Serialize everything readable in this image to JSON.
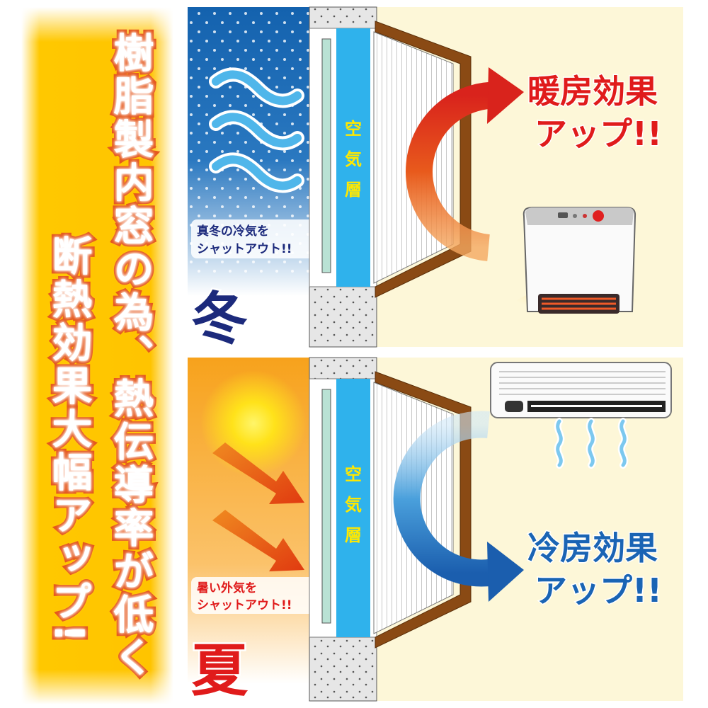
{
  "headline": {
    "line1": "樹脂製内窓の為、熱伝導率が低く",
    "line2": "断熱効果大幅アップ!"
  },
  "winter": {
    "season": "冬",
    "caption_line1": "真冬の冷気を",
    "caption_line2": "シャットアウト!!",
    "air_layer": [
      "空",
      "気",
      "層"
    ],
    "effect_line1": "暖房効果",
    "effect_line2": "アップ!!"
  },
  "summer": {
    "season": "夏",
    "caption_line1": "暑い外気を",
    "caption_line2": "シャットアウト!!",
    "air_layer": [
      "空",
      "気",
      "層"
    ],
    "effect_line1": "冷房効果",
    "effect_line2": "アップ!!"
  },
  "colors": {
    "warm": "#e01b1b",
    "cool": "#1a64b4",
    "winter_season": "#1c2a7c",
    "air": "#2fb2ec",
    "air_text": "#ffe800"
  }
}
